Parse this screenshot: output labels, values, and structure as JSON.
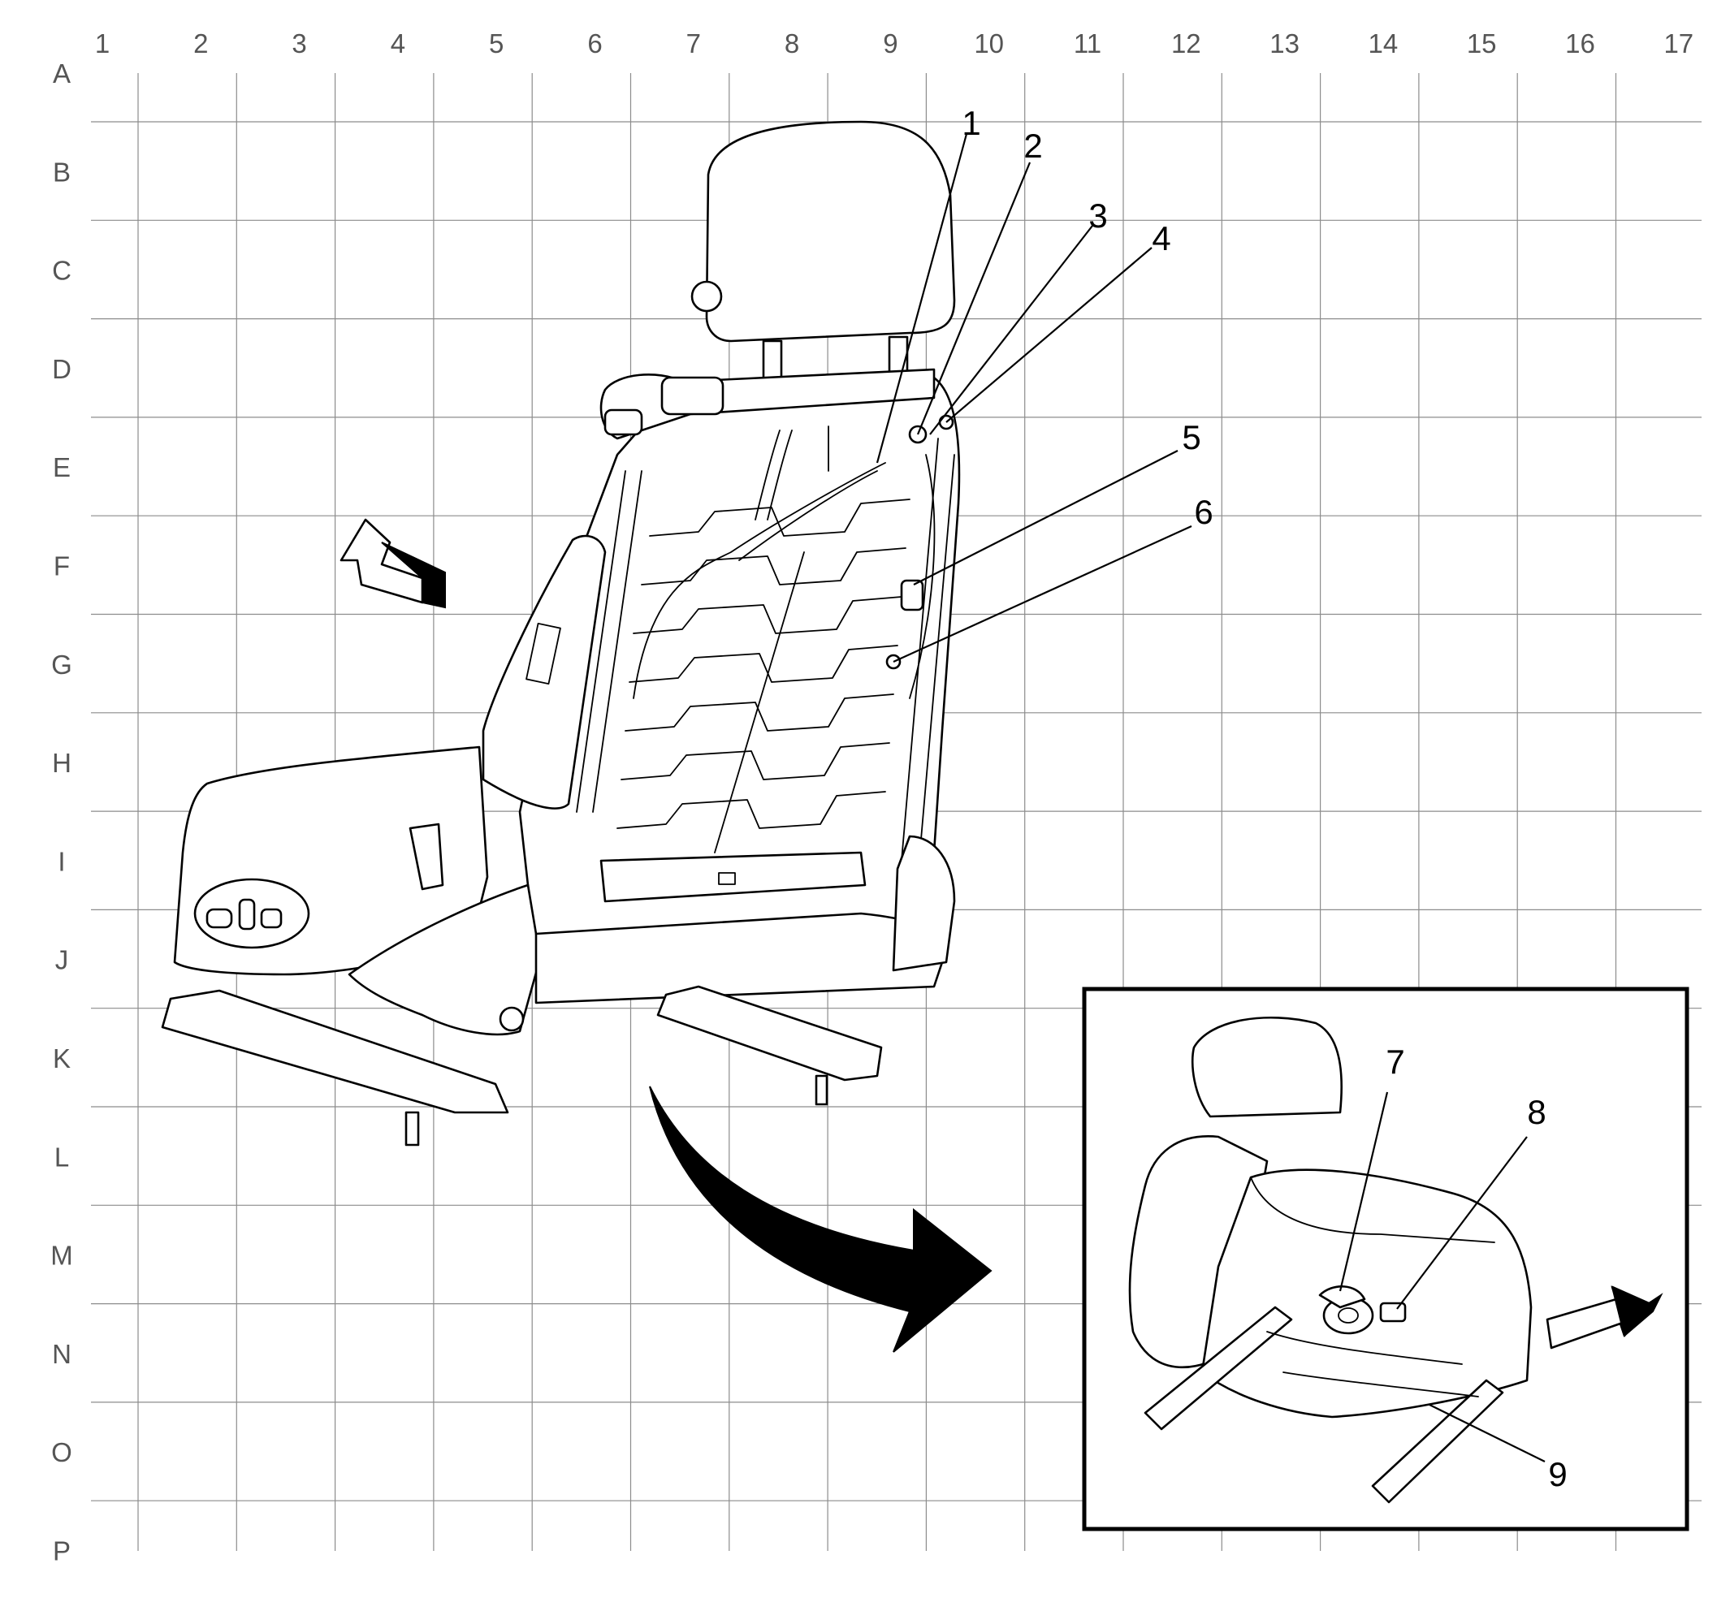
{
  "grid": {
    "columns": [
      "1",
      "2",
      "3",
      "4",
      "5",
      "6",
      "7",
      "8",
      "9",
      "10",
      "11",
      "12",
      "13",
      "14",
      "15",
      "16",
      "17"
    ],
    "rows": [
      "A",
      "B",
      "C",
      "D",
      "E",
      "F",
      "G",
      "H",
      "I",
      "J",
      "K",
      "L",
      "M",
      "N",
      "O",
      "P"
    ]
  },
  "callouts": {
    "c1": "1",
    "c2": "2",
    "c3": "3",
    "c4": "4",
    "c5": "5",
    "c6": "6",
    "c7": "7",
    "c8": "8",
    "c9": "9"
  },
  "icons": {
    "forward_arrow_main": "direction-arrow-icon",
    "rotate_arrow": "curved-rotate-arrow-icon",
    "forward_arrow_inset": "direction-arrow-icon"
  },
  "colors": {
    "line": "#000000",
    "grid": "#8c8c8c",
    "label": "#555555",
    "background": "#ffffff"
  }
}
